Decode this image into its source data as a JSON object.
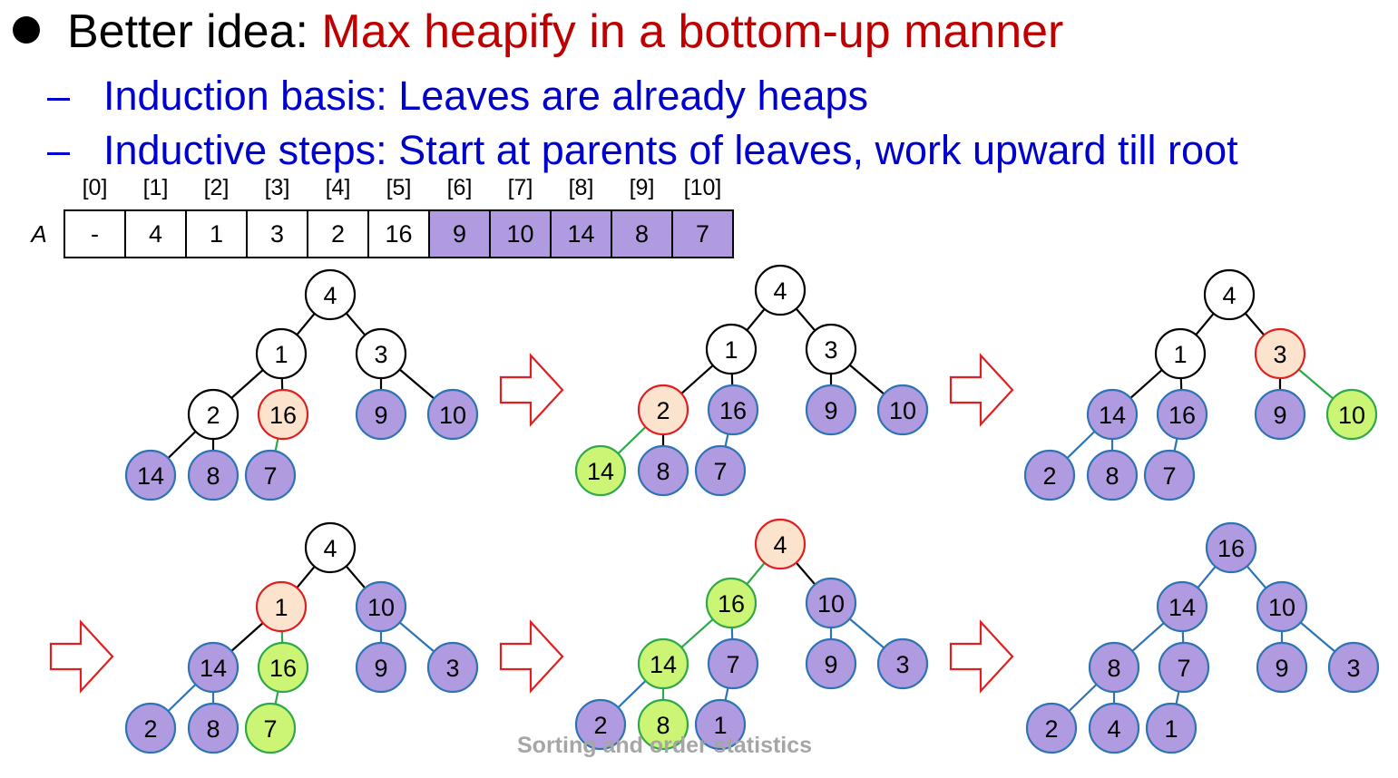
{
  "heading": {
    "prefix": "Better idea: ",
    "highlight": "Max heapify in a bottom-up manner"
  },
  "bullets": [
    "Induction basis: Leaves are already heaps",
    "Inductive steps: Start at parents of leaves, work upward till root"
  ],
  "array": {
    "label": "A",
    "indices": [
      "[0]",
      "[1]",
      "[2]",
      "[3]",
      "[4]",
      "[5]",
      "[6]",
      "[7]",
      "[8]",
      "[9]",
      "[10]"
    ],
    "values": [
      "-",
      "4",
      "1",
      "3",
      "2",
      "16",
      "9",
      "10",
      "14",
      "8",
      "7"
    ],
    "highlighted_from_index": 6
  },
  "colors": {
    "heap": "#b09ae0",
    "heap_stroke": "#2e74b5",
    "current": "#fbe3cd",
    "current_stroke": "#e02020",
    "swapped": "#ccf575",
    "swapped_stroke": "#2ea84a",
    "plain": "#ffffff",
    "plain_stroke": "#000000",
    "arrow": "#e02020"
  },
  "trees": [
    {
      "nodes": [
        {
          "v": "4",
          "s": "plain"
        },
        {
          "v": "1",
          "s": "plain"
        },
        {
          "v": "3",
          "s": "plain"
        },
        {
          "v": "2",
          "s": "plain"
        },
        {
          "v": "16",
          "s": "current"
        },
        {
          "v": "9",
          "s": "heap"
        },
        {
          "v": "10",
          "s": "heap"
        },
        {
          "v": "14",
          "s": "heap"
        },
        {
          "v": "8",
          "s": "heap"
        },
        {
          "v": "7",
          "s": "heap"
        }
      ],
      "edges": [
        "plain",
        "plain",
        "plain",
        "plain",
        "plain",
        "plain",
        "plain",
        "plain",
        "swapped"
      ]
    },
    {
      "nodes": [
        {
          "v": "4",
          "s": "plain"
        },
        {
          "v": "1",
          "s": "plain"
        },
        {
          "v": "3",
          "s": "plain"
        },
        {
          "v": "2",
          "s": "current"
        },
        {
          "v": "16",
          "s": "heap"
        },
        {
          "v": "9",
          "s": "heap"
        },
        {
          "v": "10",
          "s": "heap"
        },
        {
          "v": "14",
          "s": "swapped"
        },
        {
          "v": "8",
          "s": "heap"
        },
        {
          "v": "7",
          "s": "heap"
        }
      ],
      "edges": [
        "plain",
        "plain",
        "plain",
        "plain",
        "plain",
        "plain",
        "swapped",
        "plain",
        "heap"
      ]
    },
    {
      "nodes": [
        {
          "v": "4",
          "s": "plain"
        },
        {
          "v": "1",
          "s": "plain"
        },
        {
          "v": "3",
          "s": "current"
        },
        {
          "v": "14",
          "s": "heap"
        },
        {
          "v": "16",
          "s": "heap"
        },
        {
          "v": "9",
          "s": "heap"
        },
        {
          "v": "10",
          "s": "swapped"
        },
        {
          "v": "2",
          "s": "heap"
        },
        {
          "v": "8",
          "s": "heap"
        },
        {
          "v": "7",
          "s": "heap"
        }
      ],
      "edges": [
        "plain",
        "plain",
        "plain",
        "plain",
        "plain",
        "swapped",
        "heap",
        "heap",
        "heap"
      ]
    },
    {
      "nodes": [
        {
          "v": "4",
          "s": "plain"
        },
        {
          "v": "1",
          "s": "current"
        },
        {
          "v": "10",
          "s": "heap"
        },
        {
          "v": "14",
          "s": "heap"
        },
        {
          "v": "16",
          "s": "swapped"
        },
        {
          "v": "9",
          "s": "heap"
        },
        {
          "v": "3",
          "s": "heap"
        },
        {
          "v": "2",
          "s": "heap"
        },
        {
          "v": "8",
          "s": "heap"
        },
        {
          "v": "7",
          "s": "swapped"
        }
      ],
      "edges": [
        "plain",
        "plain",
        "plain",
        "swapped",
        "heap",
        "heap",
        "heap",
        "heap",
        "swapped"
      ]
    },
    {
      "nodes": [
        {
          "v": "4",
          "s": "current"
        },
        {
          "v": "16",
          "s": "swapped"
        },
        {
          "v": "10",
          "s": "heap"
        },
        {
          "v": "14",
          "s": "swapped"
        },
        {
          "v": "7",
          "s": "heap"
        },
        {
          "v": "9",
          "s": "heap"
        },
        {
          "v": "3",
          "s": "heap"
        },
        {
          "v": "2",
          "s": "heap"
        },
        {
          "v": "8",
          "s": "swapped"
        },
        {
          "v": "1",
          "s": "heap"
        }
      ],
      "edges": [
        "swapped",
        "plain",
        "swapped",
        "heap",
        "heap",
        "heap",
        "heap",
        "swapped",
        "heap"
      ]
    },
    {
      "nodes": [
        {
          "v": "16",
          "s": "heap"
        },
        {
          "v": "14",
          "s": "heap"
        },
        {
          "v": "10",
          "s": "heap"
        },
        {
          "v": "8",
          "s": "heap"
        },
        {
          "v": "7",
          "s": "heap"
        },
        {
          "v": "9",
          "s": "heap"
        },
        {
          "v": "3",
          "s": "heap"
        },
        {
          "v": "2",
          "s": "heap"
        },
        {
          "v": "4",
          "s": "heap"
        },
        {
          "v": "1",
          "s": "heap"
        }
      ],
      "edges": [
        "heap",
        "heap",
        "heap",
        "heap",
        "heap",
        "heap",
        "heap",
        "heap",
        "heap"
      ]
    }
  ],
  "footer": "Sorting and order statistics"
}
